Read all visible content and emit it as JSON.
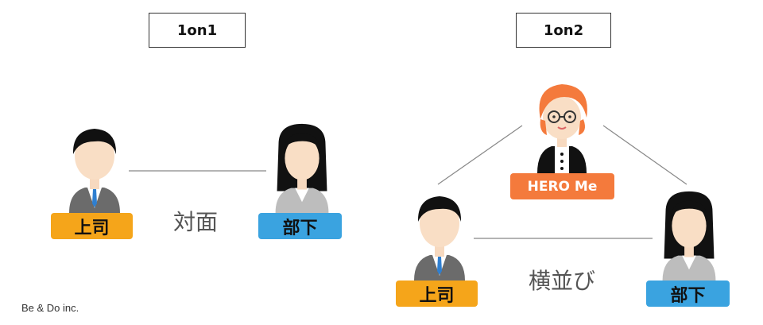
{
  "left": {
    "title": "1on1",
    "boss_label": "上司",
    "sub_label": "部下",
    "caption": "対面"
  },
  "right": {
    "title": "1on2",
    "hero_label": "HERO Me",
    "boss_label": "上司",
    "sub_label": "部下",
    "caption": "横並び"
  },
  "footer": "Be & Do inc.",
  "colors": {
    "boss": "#f5a51a",
    "sub": "#3aa3e0",
    "hero": "#f47a3c",
    "line": "#888888"
  }
}
